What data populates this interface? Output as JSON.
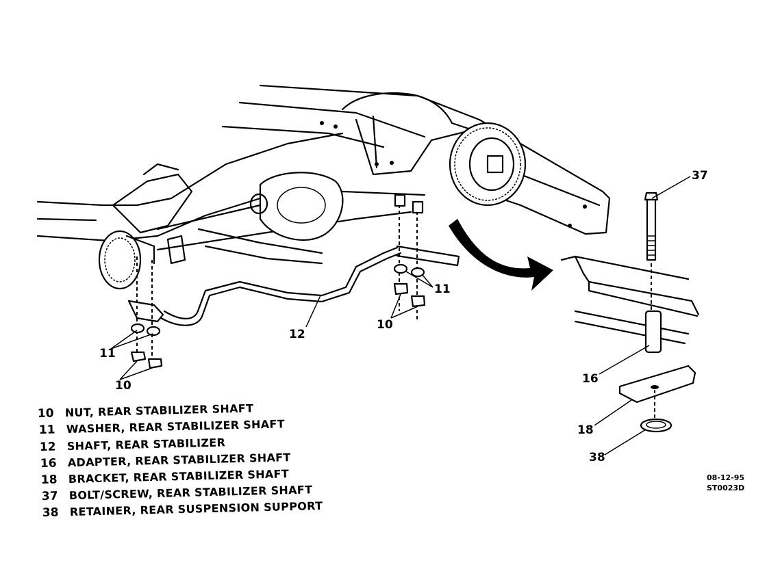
{
  "diagram": {
    "callouts": {
      "c37": "37",
      "c12": "12",
      "c11_left": "11",
      "c11_right": "11",
      "c10_left": "10",
      "c10_right": "10",
      "c16": "16",
      "c18": "18",
      "c38": "38"
    },
    "legend": [
      {
        "num": "10",
        "text": "NUT, REAR STABILIZER SHAFT"
      },
      {
        "num": "11",
        "text": "WASHER, REAR STABILIZER SHAFT"
      },
      {
        "num": "12",
        "text": "SHAFT, REAR STABILIZER"
      },
      {
        "num": "16",
        "text": "ADAPTER, REAR STABILIZER SHAFT"
      },
      {
        "num": "18",
        "text": "BRACKET, REAR STABILIZER SHAFT"
      },
      {
        "num": "37",
        "text": "BOLT/SCREW, REAR STABILIZER SHAFT"
      },
      {
        "num": "38",
        "text": "RETAINER, REAR SUSPENSION SUPPORT"
      }
    ],
    "drawing_code": {
      "date": "08-12-95",
      "ref": "ST0023D"
    }
  }
}
